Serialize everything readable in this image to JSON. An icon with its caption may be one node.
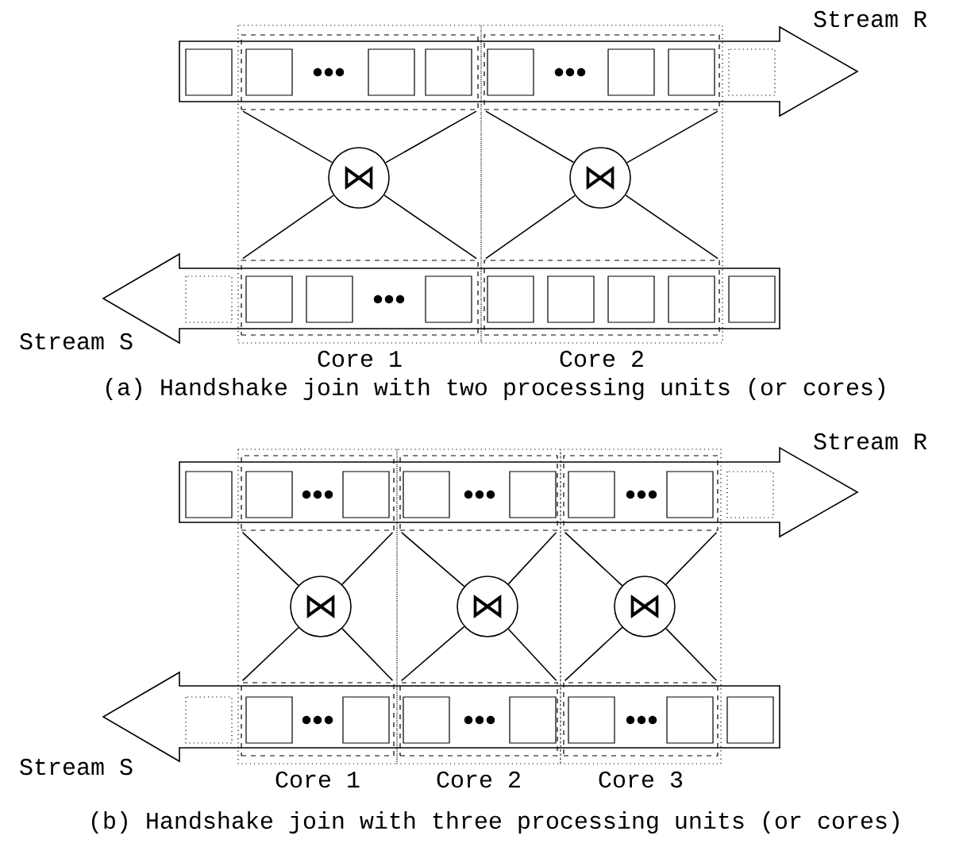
{
  "diagram": {
    "nodes": [
      {
        "text": [
          "Stream R"
        ]
      },
      {
        "text": [
          "Stream S"
        ]
      },
      {
        "text": [
          "Core 1"
        ]
      },
      {
        "text": [],
        "shape": "box"
      },
      {
        "text": [
          "⋈"
        ],
        "in": 2
      },
      {
        "text": [],
        "shape": "box"
      },
      {
        "text": [
          "Core 2"
        ]
      },
      {
        "text": [],
        "shape": "box"
      },
      {
        "text": [
          "⋈"
        ],
        "in": 6
      },
      {
        "text": [],
        "shape": "box"
      },
      {
        "text": [
          "Stream R"
        ]
      },
      {
        "text": [
          "Stream S"
        ]
      },
      {
        "text": [
          "Core 1"
        ]
      },
      {
        "text": [],
        "shape": "box"
      },
      {
        "text": [
          "⋈"
        ],
        "in": 12
      },
      {
        "text": [],
        "shape": "box"
      },
      {
        "text": [
          "Core 2"
        ]
      },
      {
        "text": [],
        "shape": "box"
      },
      {
        "text": [
          "⋈"
        ],
        "in": 16
      },
      {
        "text": [],
        "shape": "box"
      },
      {
        "text": [
          "Core 3"
        ]
      },
      {
        "text": [],
        "shape": "box"
      },
      {
        "text": [
          "⋈"
        ],
        "in": 20
      },
      {
        "text": [],
        "shape": "box"
      }
    ],
    "edges": [
      {
        "from": 4,
        "to": 3,
        "arrow": "none"
      },
      {
        "from": 4,
        "to": 3,
        "arrow": "none"
      },
      {
        "from": 4,
        "to": 5,
        "arrow": "none"
      },
      {
        "from": 4,
        "to": 5,
        "arrow": "none"
      },
      {
        "from": 8,
        "to": 7,
        "arrow": "none"
      },
      {
        "from": 8,
        "to": 7,
        "arrow": "none"
      },
      {
        "from": 8,
        "to": 9,
        "arrow": "none"
      },
      {
        "from": 8,
        "to": 9,
        "arrow": "none"
      },
      {
        "from": 14,
        "to": 13,
        "arrow": "none"
      },
      {
        "from": 14,
        "to": 13,
        "arrow": "none"
      },
      {
        "from": 14,
        "to": 15,
        "arrow": "none"
      },
      {
        "from": 14,
        "to": 15,
        "arrow": "none"
      },
      {
        "from": 18,
        "to": 17,
        "arrow": "none"
      },
      {
        "from": 18,
        "to": 17,
        "arrow": "none"
      },
      {
        "from": 18,
        "to": 19,
        "arrow": "none"
      },
      {
        "from": 18,
        "to": 19,
        "arrow": "none"
      },
      {
        "from": 22,
        "to": 21,
        "arrow": "none"
      },
      {
        "from": 22,
        "to": 21,
        "arrow": "none"
      },
      {
        "from": 22,
        "to": 23,
        "arrow": "none"
      },
      {
        "from": 22,
        "to": 23,
        "arrow": "none"
      }
    ],
    "labels": [
      "(a) Handshake join with two processing units (or cores)",
      "(b) Handshake join with three processing units (or cores)"
    ]
  }
}
